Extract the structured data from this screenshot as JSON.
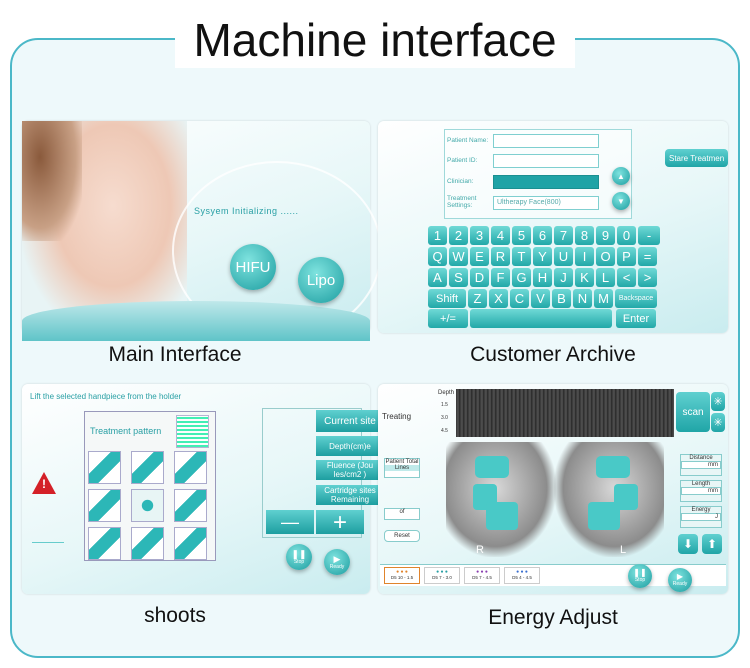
{
  "page": {
    "title": "Machine interface"
  },
  "captions": {
    "main": "Main Interface",
    "archive": "Customer Archive",
    "shoots": "shoots",
    "energy": "Energy Adjust"
  },
  "main_interface": {
    "status": "Sysyem Initializing ......",
    "hifu": "HIFU",
    "lipo": "Lipo"
  },
  "archive": {
    "patient_name_label": "Patient Name:",
    "patient_id_label": "Patient ID:",
    "clinician_label": "Clinician:",
    "treatment_label": "Treatment Settings:",
    "treatment_value": "Ultherapy Face(800)",
    "start_button": "Stare Treatmen",
    "keys_row1": [
      "1",
      "2",
      "3",
      "4",
      "5",
      "6",
      "7",
      "8",
      "9",
      "0",
      "-"
    ],
    "keys_row2": [
      "Q",
      "W",
      "E",
      "R",
      "T",
      "Y",
      "U",
      "I",
      "O",
      "P",
      "="
    ],
    "keys_row3": [
      "A",
      "S",
      "D",
      "F",
      "G",
      "H",
      "J",
      "K",
      "L",
      "<",
      ">"
    ],
    "keys_row4": [
      "Shift",
      "Z",
      "X",
      "C",
      "V",
      "B",
      "N",
      "M",
      "Backspace"
    ],
    "key_plusminus": "+/=",
    "key_enter": "Enter"
  },
  "shoots": {
    "instruction": "Lift the selected handpiece from the holder",
    "treatment_pattern": "Treatment pattern",
    "current_site": "Current site",
    "depth": "Depth(cm)e",
    "fluence": "Fluence (Jou les/cm2 )",
    "cartridge": "Cartridge sites Remaining",
    "minus": "—",
    "plus": "+",
    "stop": "Stop",
    "ready": "Ready"
  },
  "energy": {
    "treating": "Treating",
    "depth_label": "Depth",
    "depth_ticks": [
      "1.5",
      "3.0",
      "4.5"
    ],
    "scan": "scan",
    "patient_total": "Patient Total",
    "lines": "Lines",
    "of": "of",
    "reset": "Reset",
    "distance": "Distance",
    "distance_unit": "mm",
    "length": "Length",
    "length_unit": "mm",
    "energy_label": "Energy",
    "energy_unit": "J",
    "r_label": "R",
    "l_label": "L",
    "stop": "Stop",
    "ready": "Ready",
    "tabs": [
      "D5 10 - 1.5",
      "D5 7 - 3.0",
      "D5 7 - 4.5",
      "D5 4 - 4.5"
    ]
  }
}
